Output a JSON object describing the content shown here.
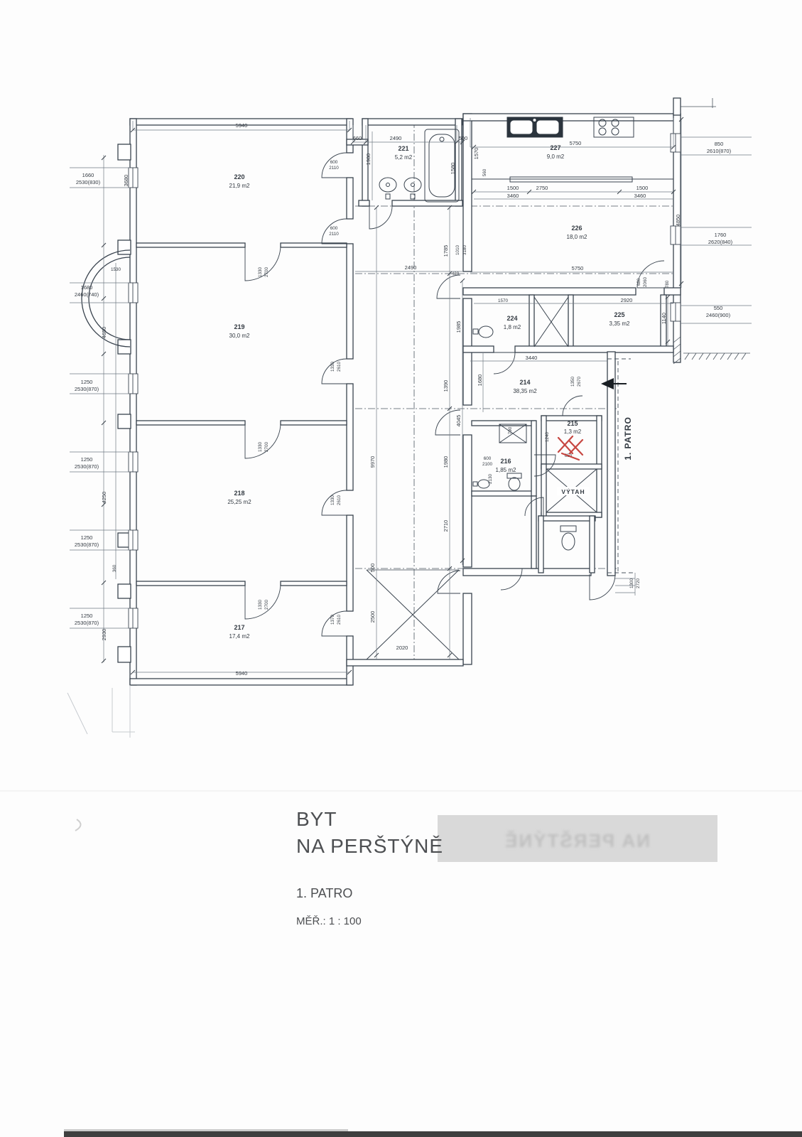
{
  "title_block": {
    "line1": "BYT",
    "line2": "NA PERŠTÝNĚ",
    "line3": "1. PATRO",
    "line4": "MĚŘ.:  1 : 100"
  },
  "plan": {
    "floor_label": "1. PATRO",
    "elevator_label": "VÝTAH",
    "rooms": [
      {
        "number": "220",
        "area": "21,9 m2"
      },
      {
        "number": "221",
        "area": "5,2 m2"
      },
      {
        "number": "227",
        "area": "9,0 m2"
      },
      {
        "number": "226",
        "area": "18,0 m2"
      },
      {
        "number": "219",
        "area": "30,0 m2"
      },
      {
        "number": "224",
        "area": "1,8 m2"
      },
      {
        "number": "225",
        "area": "3,35 m2"
      },
      {
        "number": "214",
        "area": "38,35 m2"
      },
      {
        "number": "215",
        "area": "1,3 m2"
      },
      {
        "number": "216",
        "area": "1,85 m2"
      },
      {
        "number": "218",
        "area": "25,25 m2"
      },
      {
        "number": "217",
        "area": "17,4 m2"
      }
    ],
    "dims": [
      "5940",
      "660",
      "2490",
      "500",
      "5750",
      "1980",
      "1580",
      "600",
      "2110",
      "1570",
      "560",
      "850",
      "2610(870)",
      "1500",
      "2750",
      "1500",
      "3460",
      "3460",
      "4850",
      "1760",
      "2620(840)",
      "1660",
      "2530(830)",
      "3680",
      "1530",
      "1680",
      "2460(740)",
      "4650",
      "1250",
      "2530(870)",
      "1250",
      "2530(870)",
      "4250",
      "1250",
      "2530(870)",
      "360",
      "1250",
      "2530(870)",
      "2930",
      "600",
      "2110",
      "2490",
      "1785",
      "430",
      "1010",
      "3180",
      "1985",
      "1390",
      "9970",
      "1980",
      "4045",
      "2710",
      "500",
      "2500",
      "2020",
      "5940",
      "1330",
      "2700",
      "1330",
      "2610",
      "1330",
      "2700",
      "1330",
      "2610",
      "1330",
      "2700",
      "1370",
      "2610",
      "5750",
      "680",
      "2060",
      "780",
      "1570",
      "2920",
      "1140",
      "550",
      "2460(900)",
      "3440",
      "1680",
      "1350",
      "2670",
      "790",
      "1240",
      "650",
      "600",
      "2100",
      "2130",
      "1300",
      "2720"
    ]
  }
}
